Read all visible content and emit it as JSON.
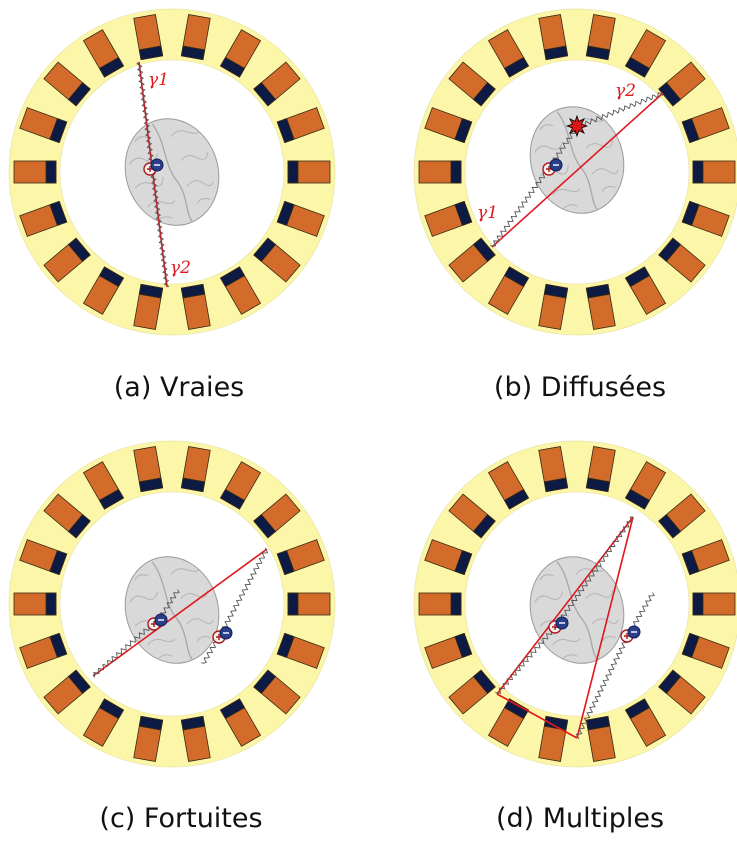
{
  "colors": {
    "ring": "#fbf6a8",
    "detector": "#d36c2a",
    "detector_dark": "#0c1a44",
    "line": "#e0181d",
    "photon": "#555555",
    "brain": "#d9d9d9"
  },
  "panels": [
    {
      "id": "a",
      "caption": "(a) Vraies",
      "gamma1": "γ1",
      "gamma2": "γ2"
    },
    {
      "id": "b",
      "caption": "(b) Diffusées",
      "gamma1": "γ1",
      "gamma2": "γ2"
    },
    {
      "id": "c",
      "caption": "(c) Fortuites"
    },
    {
      "id": "d",
      "caption": "(d) Multiples"
    }
  ]
}
